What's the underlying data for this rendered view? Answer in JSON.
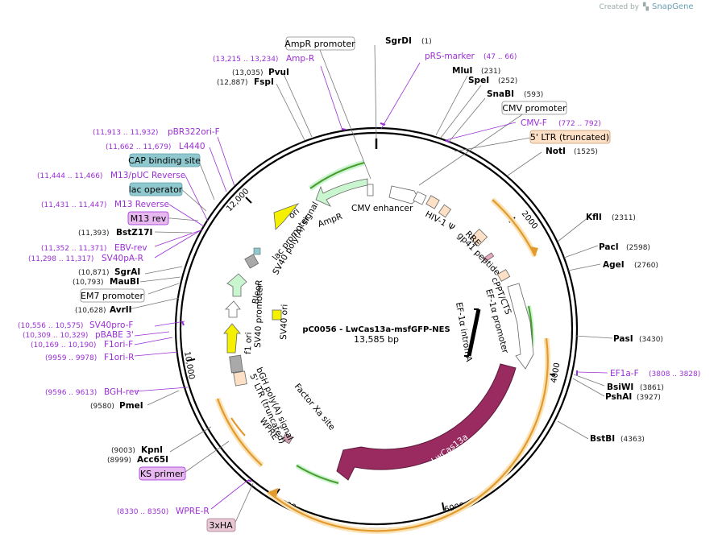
{
  "watermark": {
    "prefix": "Created by",
    "brand": "SnapGene"
  },
  "plasmid": {
    "name": "pC0056 - LwCas13a-msfGFP-NES",
    "length": "13,585 bp"
  },
  "ticks": [
    "2000",
    "4000",
    "6000",
    "8000",
    "10,000",
    "12,000"
  ],
  "enzymes": [
    {
      "name": "SgrDI",
      "pos": "(1)"
    },
    {
      "name": "MluI",
      "pos": "(231)"
    },
    {
      "name": "SpeI",
      "pos": "(252)"
    },
    {
      "name": "SnaBI",
      "pos": "(593)"
    },
    {
      "name": "NotI",
      "pos": "(1525)"
    },
    {
      "name": "KflI",
      "pos": "(2311)"
    },
    {
      "name": "PacI",
      "pos": "(2598)"
    },
    {
      "name": "AgeI",
      "pos": "(2760)"
    },
    {
      "name": "PasI",
      "pos": "(3430)"
    },
    {
      "name": "BsiWI",
      "pos": "(3861)"
    },
    {
      "name": "PshAI",
      "pos": "(3927)"
    },
    {
      "name": "BstBI",
      "pos": "(4363)"
    },
    {
      "name": "PmeI",
      "pos": "(9580)"
    },
    {
      "name": "KpnI",
      "pos": "(9003)"
    },
    {
      "name": "Acc65I",
      "pos": "(8999)"
    },
    {
      "name": "AvrII",
      "pos": "(10,628)"
    },
    {
      "name": "MauBI",
      "pos": "(10,793)"
    },
    {
      "name": "SgrAI",
      "pos": "(10,871)"
    },
    {
      "name": "BstZ17I",
      "pos": "(11,393)"
    },
    {
      "name": "FspI",
      "pos": "(12,887)"
    },
    {
      "name": "PvuI",
      "pos": "(13,035)"
    }
  ],
  "primers": [
    {
      "name": "pRS-marker",
      "pos": "(47 .. 66)"
    },
    {
      "name": "CMV-F",
      "pos": "(772 .. 792)"
    },
    {
      "name": "EF1a-F",
      "pos": "(3808 .. 3828)"
    },
    {
      "name": "Amp-R",
      "pos": "(13,215 .. 13,234)"
    },
    {
      "name": "pBR322ori-F",
      "pos": "(11,913 .. 11,932)"
    },
    {
      "name": "L4440",
      "pos": "(11,662 .. 11,679)"
    },
    {
      "name": "M13/pUC Reverse",
      "pos": "(11,444 .. 11,466)"
    },
    {
      "name": "M13 Reverse",
      "pos": "(11,431 .. 11,447)"
    },
    {
      "name": "EBV-rev",
      "pos": "(11,352 .. 11,371)"
    },
    {
      "name": "SV40pA-R",
      "pos": "(11,298 .. 11,317)"
    },
    {
      "name": "SV40pro-F",
      "pos": "(10,556 .. 10,575)"
    },
    {
      "name": "pBABE 3'",
      "pos": "(10,309 .. 10,329)"
    },
    {
      "name": "F1ori-F",
      "pos": "(10,169 .. 10,190)"
    },
    {
      "name": "F1ori-R",
      "pos": "(9959 .. 9978)"
    },
    {
      "name": "BGH-rev",
      "pos": "(9596 .. 9613)"
    },
    {
      "name": "WPRE-R",
      "pos": "(8330 .. 8350)"
    }
  ],
  "boxed_labels": {
    "ampr_promoter": "AmpR promoter",
    "cmv_promoter": "CMV promoter",
    "ltr_5": "5' LTR (truncated)",
    "cap_site": "CAP binding site",
    "lac_operator": "lac operator",
    "m13_rev": "M13 rev",
    "em7_promoter": "EM7 promoter",
    "ks_primer": "KS primer",
    "tag_3xha": "3xHA"
  },
  "features": {
    "cmv_enhancer": "CMV enhancer",
    "ampr": "AmpR",
    "ori": "ori",
    "lac_promoter": "lac promoter",
    "sv40_polya": "SV40 poly(A) signal",
    "hiv_psi": "HIV-1 Ψ",
    "rre": "RRE",
    "gp41": "gp41 peptide",
    "cppt": "cPPT/CTS",
    "ef1a_promoter": "EF-1α promoter",
    "ef1a_intron": "EF-1α intron A",
    "bleor": "BleoR",
    "sv40_promoter": "SV40 promoter",
    "f1_ori": "f1 ori",
    "sv40_ori": "SV40 ori",
    "bgh_polya": "bGH poly(A) signal",
    "ltr_5_inner": "5' LTR (truncated)",
    "factor_xa": "Factor Xa site",
    "wpre": "WPRE",
    "lwcas13a": "LwCas13a"
  },
  "colors": {
    "ampr": "#c9f5cf",
    "ori": "#f5f000",
    "ltr": "#fde0c5",
    "bleor": "#c9f5cf",
    "cas13": "#9a2b60",
    "orange_arc": "#e29a2e",
    "green_arc": "#4b9b2f",
    "primer": "#9b2ed6",
    "cap_box": "#8fc9cf",
    "purple_box": "#e8b9f0",
    "ha_box": "#e7c8d4"
  }
}
